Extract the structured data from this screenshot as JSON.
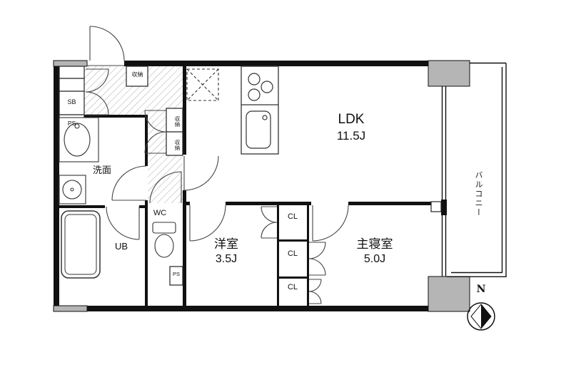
{
  "rooms": {
    "ldk": {
      "name": "LDK",
      "size": "11.5J"
    },
    "western": {
      "name": "洋室",
      "size": "3.5J"
    },
    "master": {
      "name": "主寝室",
      "size": "5.0J"
    },
    "washroom": {
      "name": "洗面"
    },
    "unit_bath": {
      "name": "UB"
    },
    "toilet": {
      "name": "WC"
    },
    "balcony": {
      "name": "バルコニー"
    }
  },
  "storage": {
    "shoe_box": "SB",
    "closet": "CL",
    "closet_jp": "収納",
    "pipe_space": "PS"
  },
  "compass": {
    "north": "N"
  },
  "colors": {
    "wall": "#111111",
    "column": "#b5b5b5",
    "line": "#333333"
  }
}
